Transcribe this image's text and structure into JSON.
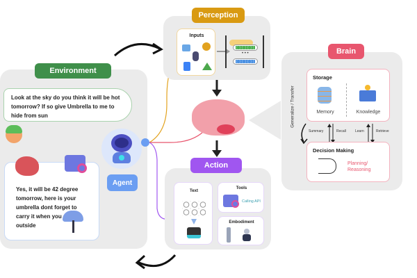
{
  "environment": {
    "title": "Environment",
    "color": "#3f8f4a",
    "user_message": "Look at the sky do you think it will be hot tomorrow? If so give Umbrella to me to hide from sun",
    "agent_reply": "Yes, it will be 42 degree tomorrow, here is your umbrella dont forget to carry it when you go outside"
  },
  "agent": {
    "label": "Agent",
    "color": "#6b9ef2"
  },
  "perception": {
    "title": "Perception",
    "color": "#d99a12",
    "inputs_label": "Inputs"
  },
  "action": {
    "title": "Action",
    "color": "#a056f0",
    "text_label": "Text",
    "tools_label": "Tools",
    "tools_caption": "Calling API",
    "embodiment_label": "Embodiment"
  },
  "brain": {
    "title": "Brain",
    "color": "#e8566e",
    "storage_label": "Storage",
    "memory_label": "Memory",
    "knowledge_label": "Knowledge",
    "decision_label": "Decision Making",
    "planning_label": "Planning/ Reasoning",
    "side_label": "Generalize / Transfer",
    "arrows": {
      "summary": "Summary",
      "recall": "Recall",
      "learn": "Learn",
      "retrieve": "Retrieve"
    }
  }
}
